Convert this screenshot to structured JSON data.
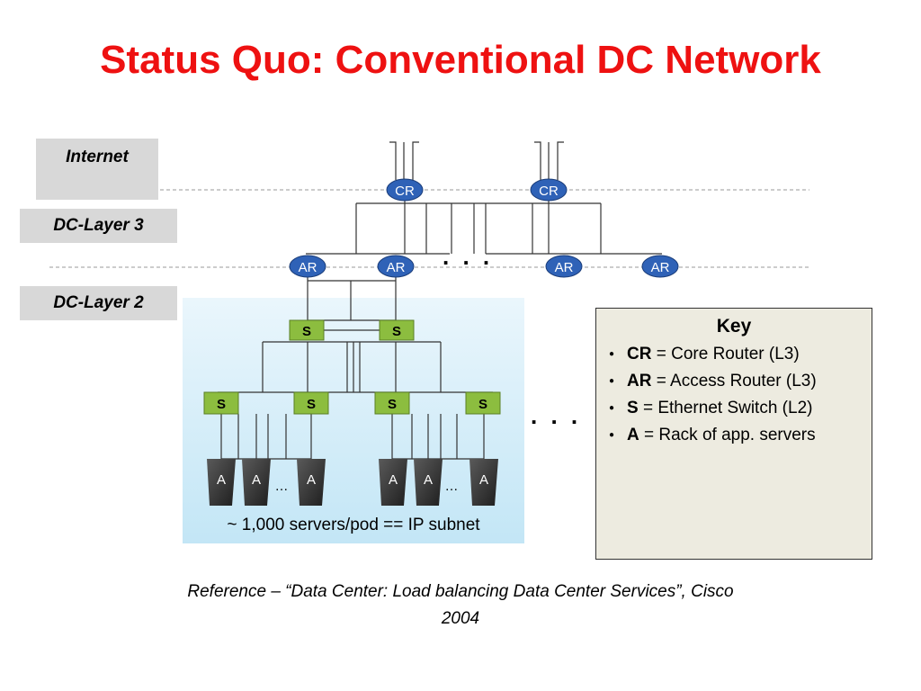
{
  "title": "Status Quo: Conventional DC Network",
  "layers": {
    "internet": "Internet",
    "l3": "DC-Layer 3",
    "l2": "DC-Layer 2"
  },
  "nodes": {
    "cr": "CR",
    "ar": "AR",
    "s": "S",
    "a": "A",
    "rack_ellipsis": "…"
  },
  "ellipsis": ". . .",
  "pod_caption": "~ 1,000 servers/pod == IP subnet",
  "key": {
    "title": "Key",
    "items": [
      {
        "abbr": "CR",
        "desc": " = Core Router (L3)"
      },
      {
        "abbr": "AR",
        "desc": " = Access Router (L3)"
      },
      {
        "abbr": "S",
        "desc": " = Ethernet Switch (L2)"
      },
      {
        "abbr": "A",
        "desc": " = Rack of app. servers"
      }
    ]
  },
  "reference": {
    "line1": "Reference – “Data Center: Load  balancing Data Center Services”, Cisco",
    "line2": "2004"
  },
  "colors": {
    "title": "#ee1111",
    "router": "#2f62b7",
    "switch": "#8cbd3f",
    "rack": "#3a3a3a",
    "pod": "#c3e6f6"
  }
}
